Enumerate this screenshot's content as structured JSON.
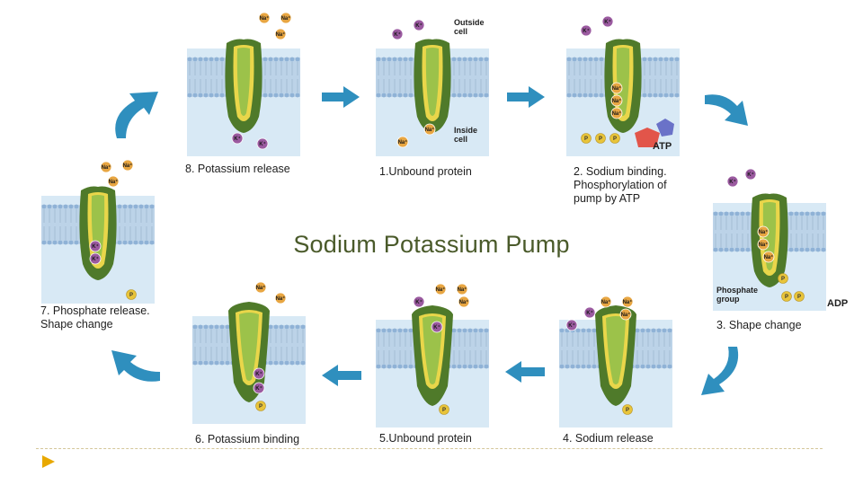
{
  "title": "Sodium Potassium Pump",
  "steps": [
    {
      "caption": "1.Unbound protein"
    },
    {
      "caption": "2. Sodium binding.\nPhosphorylation of\npump by ATP"
    },
    {
      "caption": "3. Shape change"
    },
    {
      "caption": "4. Sodium release"
    },
    {
      "caption": "5.Unbound protein"
    },
    {
      "caption": "6. Potassium binding"
    },
    {
      "caption": "7. Phosphate release.\nShape change"
    },
    {
      "caption": "8. Potassium release"
    }
  ],
  "figure_labels": {
    "outside_cell": "Outside\ncell",
    "inside_cell": "Inside\ncell",
    "atp": "ATP",
    "adp": "ADP",
    "phosphate_group": "Phosphate\ngroup",
    "sodium_ion": "Na⁺",
    "potassium_ion": "K⁺",
    "phosphate": "P"
  },
  "colors": {
    "title": "#4a5a2a",
    "arrow": "#2f8fbe",
    "protein_dark": "#4f7a2a",
    "protein_light": "#9cc24a",
    "channel_yellow": "#e9d64a",
    "sodium": "#e8a642",
    "potassium": "#9b5aa0",
    "phosphate": "#e8c43a",
    "atp": "#e2554a",
    "adp": "#6a72c8",
    "membrane": "#bcd3e8",
    "water": "#d8e9f5"
  }
}
